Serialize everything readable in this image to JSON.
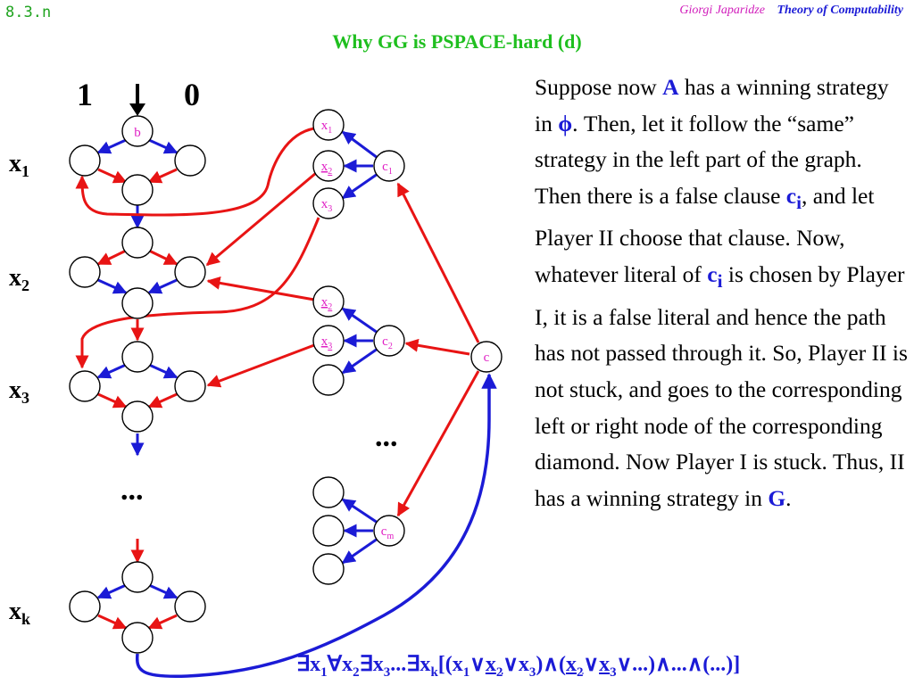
{
  "slide_number": "8.3.n",
  "author": "Giorgi Japaridze",
  "course": "Theory of Computability",
  "title": "Why GG is PSPACE-hard (d)",
  "diagram": {
    "top_labels": [
      "1",
      "0"
    ],
    "variable_labels": [
      {
        "base": "x",
        "sub": "1"
      },
      {
        "base": "x",
        "sub": "2"
      },
      {
        "base": "x",
        "sub": "3"
      },
      {
        "base": "x",
        "sub": "k"
      }
    ],
    "node_b": "b",
    "node_c": "c",
    "dots": "...",
    "clauses": [
      {
        "base": "c",
        "sub": "1",
        "literals": [
          {
            "base": "x",
            "sub": "1",
            "negated": false
          },
          {
            "base": "x",
            "sub": "2",
            "negated": true
          },
          {
            "base": "x",
            "sub": "3",
            "negated": false
          }
        ]
      },
      {
        "base": "c",
        "sub": "2",
        "literals": [
          {
            "base": "x",
            "sub": "2",
            "negated": true
          },
          {
            "base": "x",
            "sub": "3",
            "negated": true
          },
          {
            "base": "",
            "sub": "",
            "negated": false
          }
        ]
      },
      {
        "base": "c",
        "sub": "m",
        "literals": [
          {
            "base": "",
            "sub": "",
            "negated": false
          },
          {
            "base": "",
            "sub": "",
            "negated": false
          },
          {
            "base": "",
            "sub": "",
            "negated": false
          }
        ]
      }
    ],
    "colors": {
      "red": "#e81414",
      "blue": "#1b1bd6",
      "magenta": "#e01fc4"
    }
  },
  "explanation": {
    "t1": "Suppose now ",
    "A": "A",
    "t2": " has a winning strategy in ",
    "phi": "ϕ",
    "t3": ". Then, let it follow the “same” strategy in the left part of the graph. Then there is a false clause ",
    "ci1_base": "c",
    "ci1_sub": "i",
    "t4": ", and let Player II choose that clause. Now, whatever literal of ",
    "ci2_base": "c",
    "ci2_sub": "i",
    "t5": " is chosen by Player I, it is a false literal and hence the path has not passed through it. So, Player II is not stuck, and goes to the corresponding left or right node of the corresponding diamond. Now Player I is stuck. Thus, II has a winning strategy in ",
    "G": "G",
    "t6": "."
  },
  "formula": {
    "e1": "∃x",
    "s1": "1",
    "a2": "∀x",
    "s2": "2",
    "e3": "∃x",
    "s3": "3",
    "mid": "...∃x",
    "sk": "k",
    "open": "[(x",
    "c1s1": "1",
    "or1": "∨",
    "c1x2": "x",
    "c1s2": "2",
    "or2": "∨x",
    "c1s3": "3",
    "and1": ")∧(",
    "c2x2": "x",
    "c2s2": "2",
    "or3": "∨",
    "c2x3": "x",
    "c2s3": "3",
    "tail": "∨...)∧...∧(...)]"
  }
}
